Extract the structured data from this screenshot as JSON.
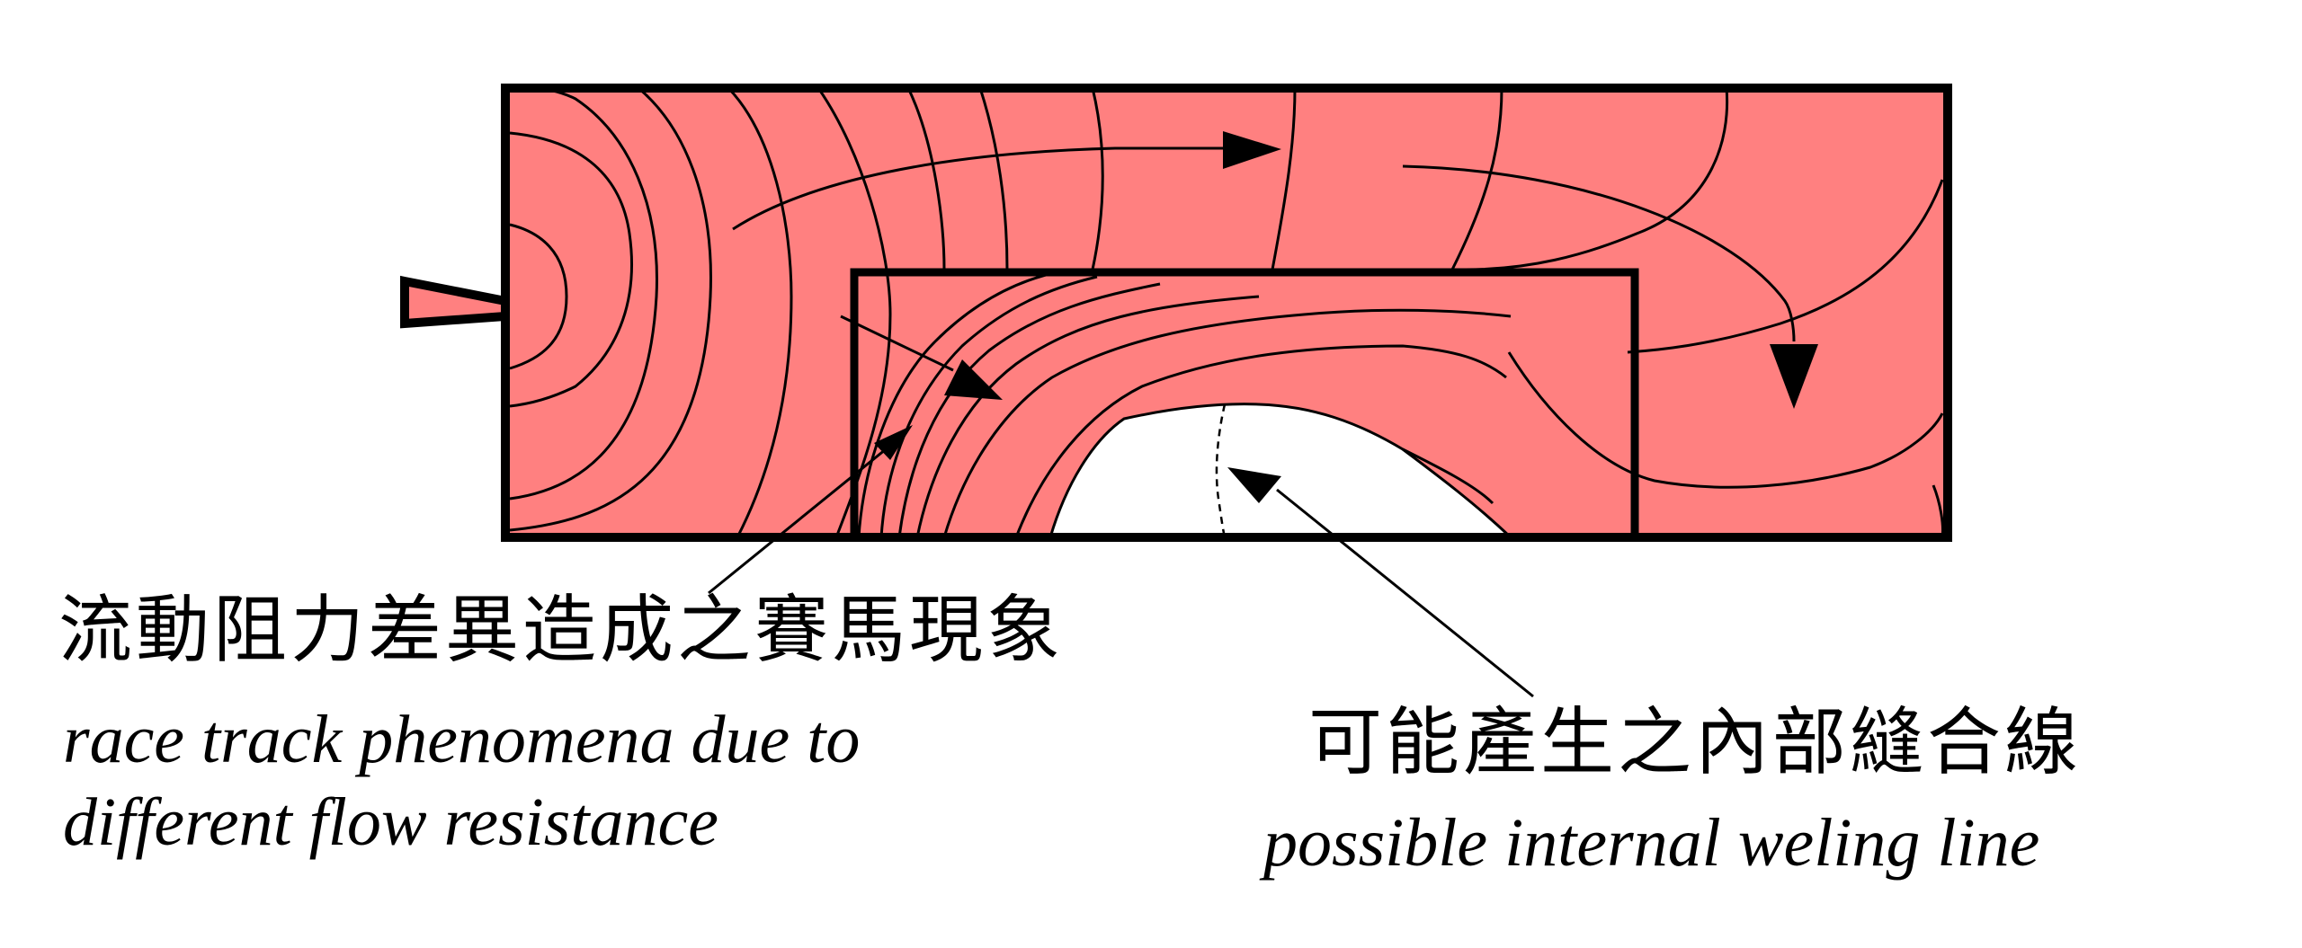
{
  "colors": {
    "fill": "#ff8080",
    "outline": "#000000",
    "void": "#ffffff"
  },
  "labels": {
    "race_track_zh": "流動阻力差異造成之賽馬現象",
    "race_track_en_line1": "race track phenomena due to",
    "race_track_en_line2": "different flow resistance",
    "weld_line_zh": "可能產生之內部縫合線",
    "weld_line_en": "possible internal weling line"
  }
}
